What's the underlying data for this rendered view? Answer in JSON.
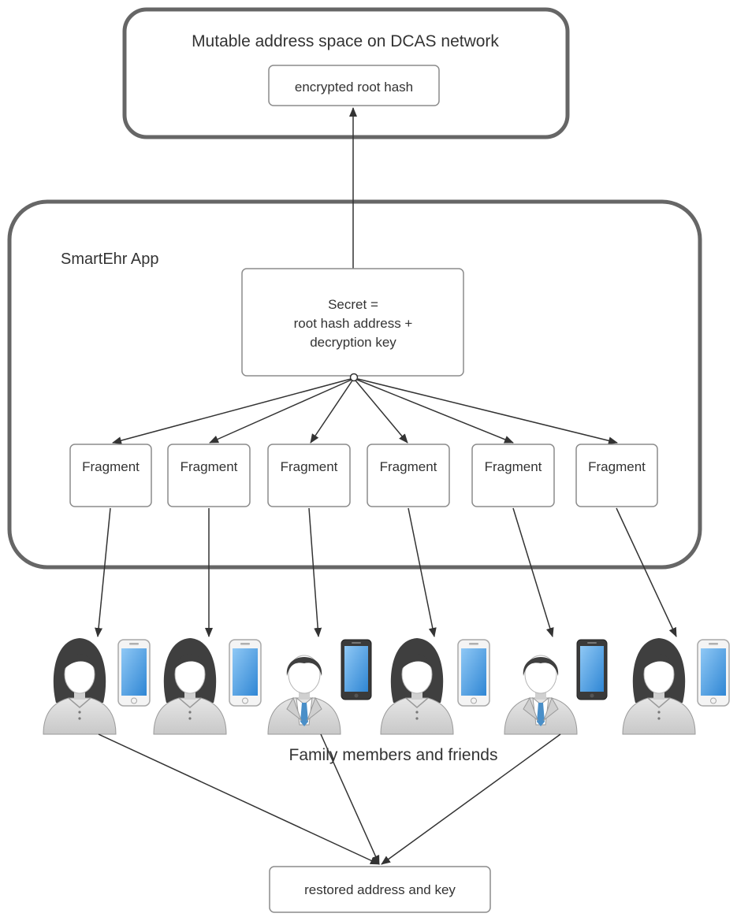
{
  "top_container": {
    "title": "Mutable address space on DCAS network",
    "inner_box": "encrypted root hash"
  },
  "app_container": {
    "title": "SmartEhr App",
    "secret_box": {
      "lines": [
        "Secret =",
        "root hash address +",
        "decryption key"
      ]
    },
    "fragments": [
      "Fragment",
      "Fragment",
      "Fragment",
      "Fragment",
      "Fragment",
      "Fragment"
    ]
  },
  "people": {
    "caption": "Family members and friends",
    "members": [
      {
        "type": "woman",
        "phone": "white-phone-icon"
      },
      {
        "type": "woman",
        "phone": "white-phone-icon"
      },
      {
        "type": "man",
        "phone": "black-phone-icon"
      },
      {
        "type": "woman",
        "phone": "white-phone-icon"
      },
      {
        "type": "man",
        "phone": "black-phone-icon"
      },
      {
        "type": "woman",
        "phone": "white-phone-icon"
      }
    ]
  },
  "result_box": "restored address and key",
  "colors": {
    "container_stroke": "#666666",
    "box_stroke": "#8c8c8c",
    "arrow": "#333333",
    "text": "#333333",
    "screen_blue": "#4a9fe0",
    "person_gray": "#d9d9d9",
    "hair_dark": "#3f3f3f"
  }
}
